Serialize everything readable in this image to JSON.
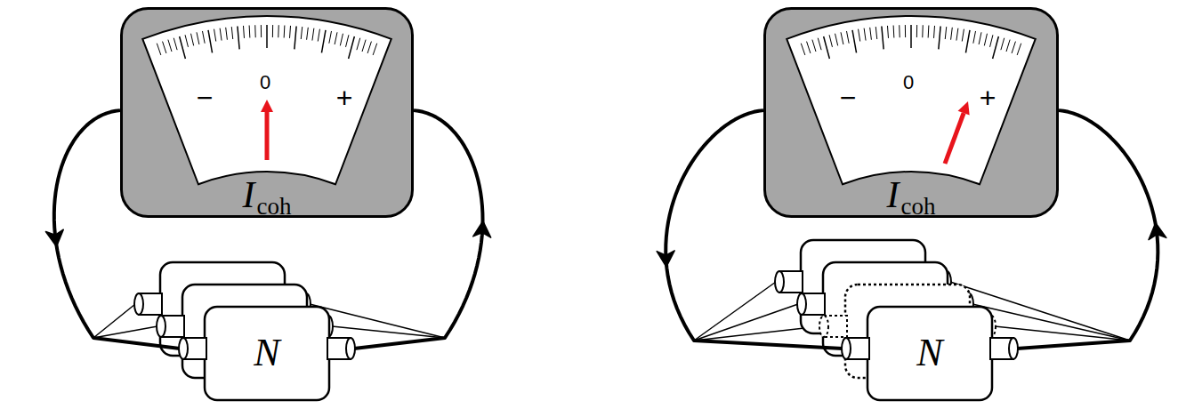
{
  "diagram": {
    "nodes": [
      {
        "text": [
          "−",
          "0",
          "+",
          "I",
          "coh"
        ]
      },
      {
        "text": [
          "N"
        ]
      },
      {
        "text": [
          "−",
          "0",
          "+",
          "I",
          "coh"
        ]
      },
      {
        "text": [
          "N"
        ]
      }
    ],
    "edges": [
      {
        "from": 0,
        "to": 1,
        "arrow": "to"
      },
      {
        "from": 1,
        "to": 0,
        "arrow": "to"
      },
      {
        "from": 2,
        "to": 3,
        "arrow": "to"
      },
      {
        "from": 3,
        "to": 2,
        "arrow": "to"
      }
    ]
  }
}
